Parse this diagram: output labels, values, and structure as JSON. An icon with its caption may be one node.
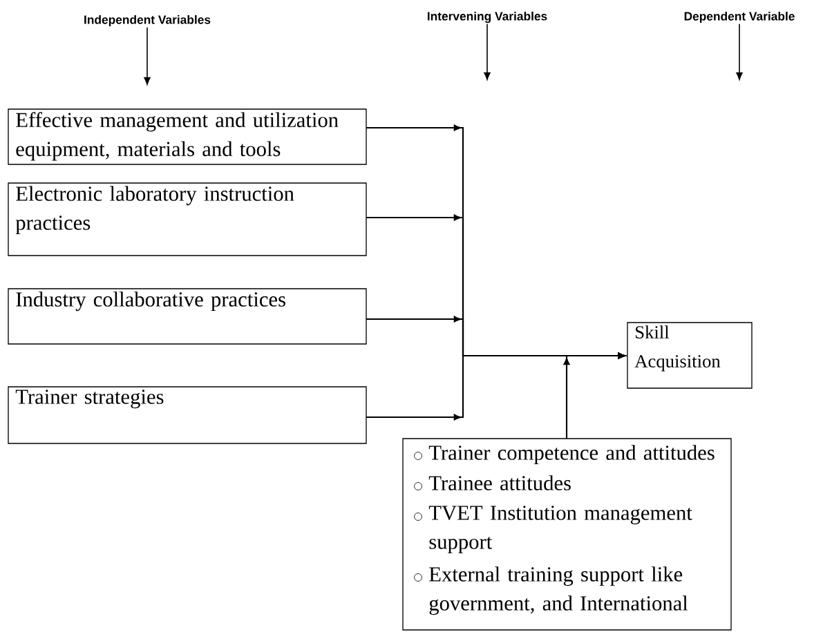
{
  "diagram": {
    "nodes": [
      {
        "text": [
          "Independent Variables"
        ]
      },
      {
        "text": [
          "Intervening Variables"
        ]
      },
      {
        "text": [
          "Dependent Variable"
        ]
      },
      {
        "text": [
          "Effective management and utilization equipment, materials and tools"
        ]
      },
      {
        "text": [
          "Electronic laboratory instruction practices"
        ]
      },
      {
        "text": [
          "Industry collaborative practices"
        ]
      },
      {
        "text": [
          "Trainer strategies"
        ]
      },
      {
        "text": [
          "Skill Acquisition"
        ]
      },
      {
        "text": [
          "Trainer competence and attitudes",
          "Trainee attitudes",
          "TVET Institution management support",
          "External training support like government, and International"
        ]
      }
    ],
    "edges": [
      {
        "from": 0,
        "to": null,
        "arrow": "to"
      },
      {
        "from": 1,
        "to": null,
        "arrow": "to"
      },
      {
        "from": 2,
        "to": null,
        "arrow": "to"
      },
      {
        "from": 3,
        "to": 7,
        "arrow": "to"
      },
      {
        "from": 4,
        "to": 7,
        "arrow": "to"
      },
      {
        "from": 5,
        "to": 7,
        "arrow": "to"
      },
      {
        "from": 6,
        "to": 7,
        "arrow": "to"
      },
      {
        "from": 8,
        "to": 7,
        "arrow": "to"
      }
    ]
  }
}
